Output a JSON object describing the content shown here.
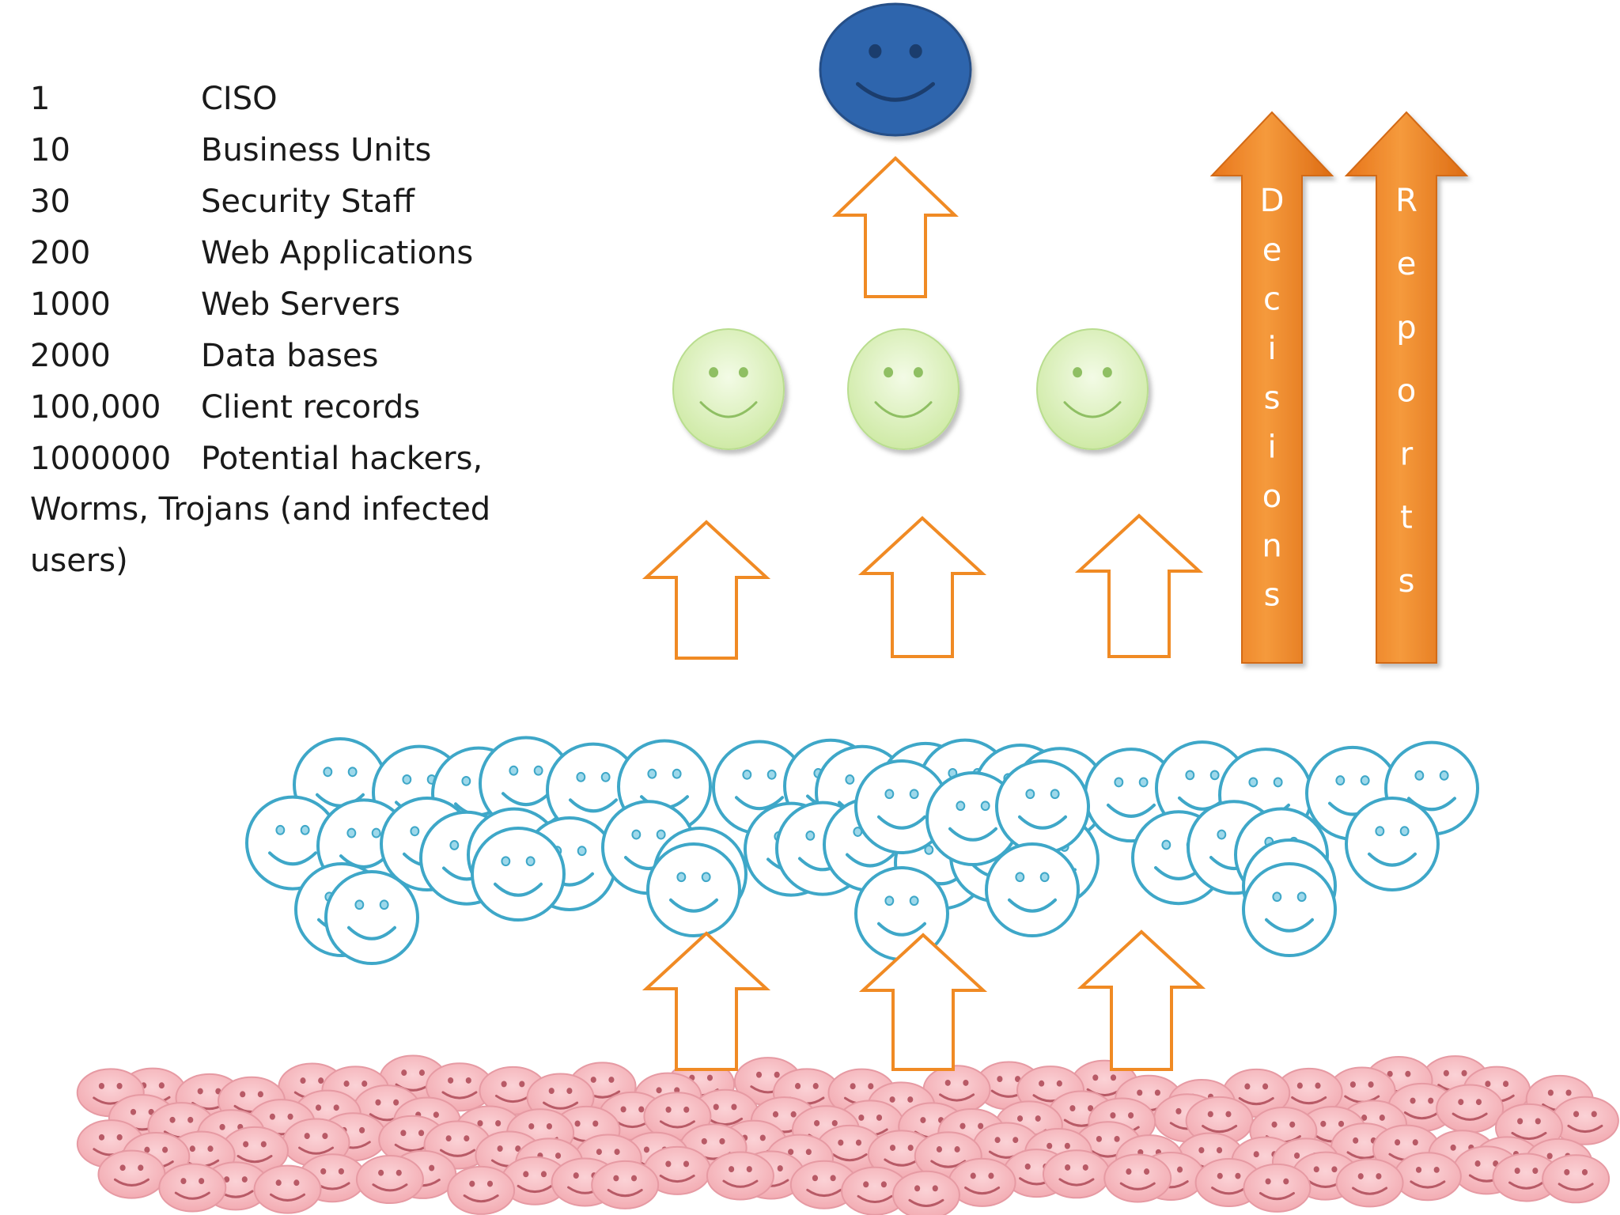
{
  "legend": {
    "items": [
      {
        "count": "1",
        "label": "CISO"
      },
      {
        "count": "10",
        "label": "Business Units"
      },
      {
        "count": "30",
        "label": "Security Staff"
      },
      {
        "count": "200",
        "label": "Web Applications"
      },
      {
        "count": "1000",
        "label": "Web Servers"
      },
      {
        "count": "2000",
        "label": "Data bases"
      },
      {
        "count": "100,000",
        "label": "Client records"
      },
      {
        "count": "1000000",
        "label": "Potential hackers,"
      }
    ],
    "continuation": [
      "Worms, Trojans (and infected",
      "users)"
    ]
  },
  "arrows": {
    "decisions_label": "Decisions",
    "reports_label": "Reports"
  },
  "colors": {
    "ciso_face": "#2f65ad",
    "unit_face": "#dff3c4",
    "staff_outline": "#3ea7c8",
    "crowd_face": "#f6b9bf",
    "outline_arrow": "#f08a24",
    "solid_arrow": "#ef8222"
  }
}
